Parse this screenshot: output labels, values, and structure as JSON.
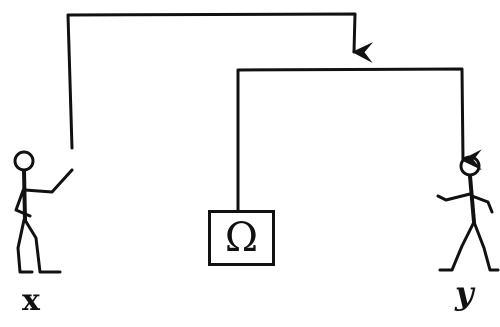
{
  "figures": [
    {
      "label": "x"
    },
    {
      "label": "y"
    }
  ],
  "channel": {
    "symbol": "Ω"
  },
  "colors": {
    "ink": "#111111",
    "background": "#ffffff"
  }
}
